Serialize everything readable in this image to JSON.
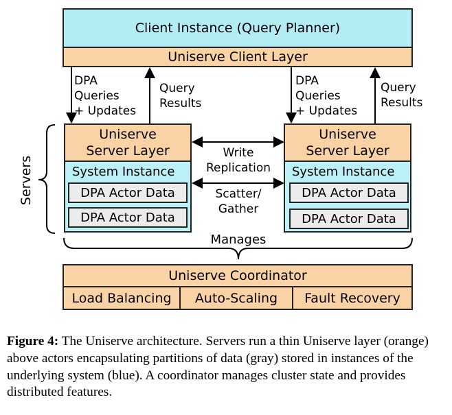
{
  "client": {
    "instance": "Client Instance (Query Planner)",
    "layer": "Uniserve Client Layer"
  },
  "left_arrows": {
    "down": [
      "DPA",
      "Queries",
      "+ Updates"
    ],
    "up": [
      "Query",
      "Results"
    ]
  },
  "right_arrows": {
    "down": [
      "DPA",
      "Queries",
      "+ Updates"
    ],
    "up": [
      "Query",
      "Results"
    ]
  },
  "servers_label": "Servers",
  "server_left": {
    "layer": [
      "Uniserve",
      "Server Layer"
    ],
    "system": "System Instance",
    "actors": [
      "DPA Actor Data",
      "DPA Actor Data"
    ]
  },
  "server_right": {
    "layer": [
      "Uniserve",
      "Server Layer"
    ],
    "system": "System Instance",
    "actors": [
      "DPA Actor Data",
      "DPA Actor Data"
    ]
  },
  "write_replication": [
    "Write",
    "Replication"
  ],
  "scatter_gather": [
    "Scatter/",
    "Gather"
  ],
  "manages": "Manages",
  "coordinator": {
    "title": "Uniserve Coordinator",
    "features": [
      "Load Balancing",
      "Auto-Scaling",
      "Fault Recovery"
    ]
  },
  "caption": {
    "label": "Figure 4:",
    "text": "The Uniserve architecture. Servers run a thin Uniserve layer (orange) above actors encapsulating partitions of data (gray) stored in instances of the underlying system (blue). A coordinator manages cluster state and provides distributed features."
  },
  "colors": {
    "client_blue": "#b4ecf3",
    "orange": "#f9d3a6",
    "system_blue": "#bcf0f7",
    "actor_gray": "#ececec"
  }
}
